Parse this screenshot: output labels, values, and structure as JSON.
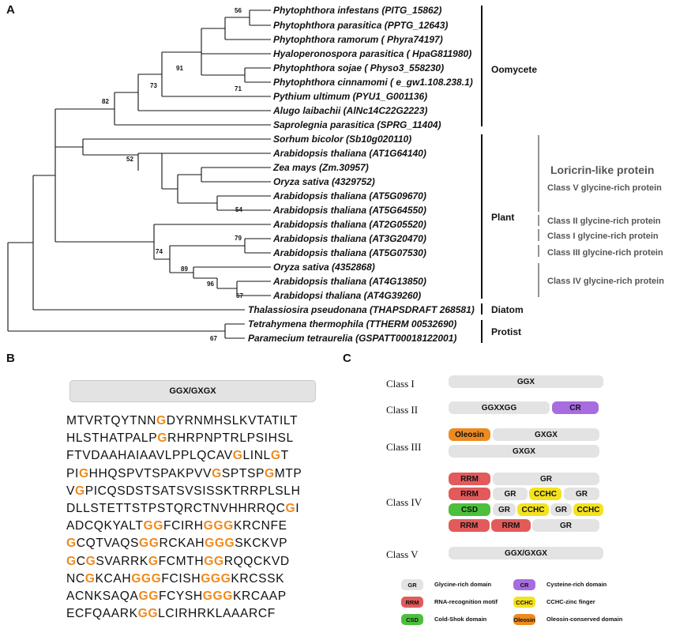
{
  "panels": {
    "a": "A",
    "b": "B",
    "c": "C"
  },
  "tree": {
    "taxa": [
      {
        "name": "Phytophthora infestans (PITG_15862)"
      },
      {
        "name": "Phytophthora parasitica (PPTG_12643)"
      },
      {
        "name": "Phytophthora ramorum ( Phyra74197)"
      },
      {
        "name": "Hyaloperonospora parasitica ( HpaG811980)"
      },
      {
        "name": "Phytophthora sojae ( Physo3_558230)"
      },
      {
        "name": "Phytophthora cinnamomi ( e_gw1.108.238.1)"
      },
      {
        "name": "Pythium  ultimum (PYU1_G001136)"
      },
      {
        "name": "Alugo laibachii (AlNc14C22G2223)"
      },
      {
        "name": "Saprolegnia  parasitica (SPRG_11404)"
      },
      {
        "name": "Sorhum bicolor (Sb10g020110)"
      },
      {
        "name": "Arabidopsis thaliana (AT1G64140)"
      },
      {
        "name": "Zea mays (Zm.30957)"
      },
      {
        "name": "Oryza sativa (4329752)"
      },
      {
        "name": "Arabidopsis thaliana (AT5G09670)"
      },
      {
        "name": "Arabidopsis thaliana (AT5G64550)"
      },
      {
        "name": "Arabidopsis thaliana (AT2G05520)"
      },
      {
        "name": "Arabidopsis thaliana (AT3G20470)"
      },
      {
        "name": "Arabidopsis thaliana (AT5G07530)"
      },
      {
        "name": "Oryza sativa (4352868)"
      },
      {
        "name": "Arabidopsis thaliana (AT4G13850)"
      },
      {
        "name": "Arabidopsi thaliana (AT4G39260)"
      },
      {
        "name": "Thalassiosira pseudonana (THAPSDRAFT 268581)"
      },
      {
        "name": "Tetrahymena thermophila (TTHERM 00532690)"
      },
      {
        "name": "Paramecium tetraurelia (GSPATT00018122001)"
      }
    ],
    "bootstrap": [
      "56",
      "91",
      "71",
      "73",
      "82",
      "52",
      "54",
      "79",
      "74",
      "89",
      "96",
      "67",
      "67"
    ],
    "groups": {
      "oomycete": "Oomycete",
      "plant": "Plant",
      "diatom": "Diatom",
      "protist": "Protist"
    },
    "classes": {
      "loricrin": "Loricrin-like protein",
      "class5": "Class V glycine-rich protein",
      "class2": "Class II glycine-rich protein",
      "class1": "Class I glycine-rich protein",
      "class3": "Class III glycine-rich protein",
      "class4": "Class IV glycine-rich protein"
    }
  },
  "motif": {
    "label": "GGX/GXGX"
  },
  "sequence": [
    [
      [
        "MTVRTQYTNN",
        0
      ],
      [
        "G",
        1
      ],
      [
        "DYRNMHSLKVTATILT",
        0
      ]
    ],
    [
      [
        "HLSTHATPALP",
        0
      ],
      [
        "G",
        1
      ],
      [
        "RHRPNPTRLPSIHSL",
        0
      ]
    ],
    [
      [
        "FTVDAAHAIAAVLPPLQCAV",
        0
      ],
      [
        "G",
        1
      ],
      [
        "LINL",
        0
      ],
      [
        "G",
        1
      ],
      [
        "T",
        0
      ]
    ],
    [
      [
        "PI",
        0
      ],
      [
        "G",
        1
      ],
      [
        "HHQSPVTSPAKPVV",
        0
      ],
      [
        "G",
        1
      ],
      [
        "SPTSP",
        0
      ],
      [
        "G",
        1
      ],
      [
        "MTP",
        0
      ]
    ],
    [
      [
        "V",
        0
      ],
      [
        "G",
        1
      ],
      [
        "PICQSDSTSATSVSISSKTRRPLSLH",
        0
      ]
    ],
    [
      [
        "DLLSTETTSTPSTQRCTNVHHRRQC",
        0
      ],
      [
        "G",
        1
      ],
      [
        "I",
        0
      ]
    ],
    [
      [
        "ADCQKYALT",
        0
      ],
      [
        "GG",
        1
      ],
      [
        "FCIRH",
        0
      ],
      [
        "GGG",
        1
      ],
      [
        "KRCNFE",
        0
      ]
    ],
    [
      [
        "G",
        1
      ],
      [
        "CQTVAQS",
        0
      ],
      [
        "GG",
        1
      ],
      [
        "RCKAH",
        0
      ],
      [
        "GGG",
        1
      ],
      [
        "SKCKVP",
        0
      ]
    ],
    [
      [
        "G",
        1
      ],
      [
        "C",
        0
      ],
      [
        "G",
        1
      ],
      [
        "SVARRK",
        0
      ],
      [
        "G",
        1
      ],
      [
        "FCMTH",
        0
      ],
      [
        "GG",
        1
      ],
      [
        "RQQCKVD",
        0
      ]
    ],
    [
      [
        "NC",
        0
      ],
      [
        "G",
        1
      ],
      [
        "KCAH",
        0
      ],
      [
        "GGG",
        1
      ],
      [
        "FCISH",
        0
      ],
      [
        "GGG",
        1
      ],
      [
        "KRCSSK",
        0
      ]
    ],
    [
      [
        "ACNKSAQA",
        0
      ],
      [
        "GG",
        1
      ],
      [
        "FCYSH",
        0
      ],
      [
        "GGG",
        1
      ],
      [
        "KRCAAP",
        0
      ]
    ],
    [
      [
        "ECFQAARK",
        0
      ],
      [
        "GG",
        1
      ],
      [
        "LCIRHRKLAAARCF",
        0
      ]
    ]
  ],
  "classes_c": {
    "class1": {
      "label": "Class I",
      "domains": [
        "GGX"
      ]
    },
    "class2": {
      "label": "Class II",
      "domains": [
        "GGXXGG",
        "CR"
      ]
    },
    "class3": {
      "label": "Class III",
      "row1": [
        "Oleosin",
        "GXGX"
      ],
      "row2": [
        "GXGX"
      ]
    },
    "class4": {
      "label": "Class IV",
      "row1": [
        "RRM",
        "GR"
      ],
      "row2": [
        "RRM",
        "GR",
        "CCHC",
        "GR"
      ],
      "row3": [
        "CSD",
        "GR",
        "CCHC",
        "GR",
        "CCHC"
      ],
      "row4": [
        "RRM",
        "RRM",
        "GR"
      ]
    },
    "class5": {
      "label": "Class V",
      "domains": [
        "GGX/GXGX"
      ]
    }
  },
  "legend": [
    {
      "abbr": "GR",
      "text": "Glycine-rich domain",
      "color": "#e3e3e3"
    },
    {
      "abbr": "CR",
      "text": "Cysteine-rich domain",
      "color": "#a66ce0"
    },
    {
      "abbr": "RRM",
      "text": "RNA-recognition motif",
      "color": "#e35a5a"
    },
    {
      "abbr": "CCHC",
      "text": "CCHC-zinc finger",
      "color": "#f4e21e"
    },
    {
      "abbr": "CSD",
      "text": "Cold-Shok domain",
      "color": "#4cbf3c"
    },
    {
      "abbr": "Oleosin",
      "text": "Oleosin-conserved domain",
      "color": "#ee8a20"
    }
  ]
}
